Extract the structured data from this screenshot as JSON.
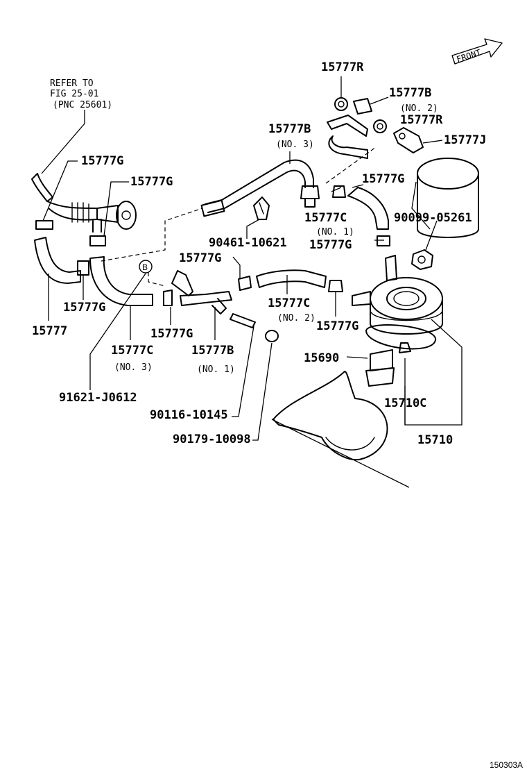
{
  "front_label": "FRONT",
  "reference_note": {
    "line1": "REFER TO",
    "line2": "FIG 25-01",
    "line3": "(PNC 25601)"
  },
  "labels": {
    "p15777R_top": "15777R",
    "p15777B_no2": "15777B",
    "p15777B_no2_sub": "(NO. 2)",
    "p15777R_right": "15777R",
    "p15777J": "15777J",
    "p15777B_no3": "15777B",
    "p15777B_no3_sub": "(NO. 3)",
    "p15777G_topleft": "15777G",
    "p15777G_midleft": "15777G",
    "p15777G_upperright": "15777G",
    "p15777C_no1": "15777C",
    "p15777C_no1_sub": "(NO. 1)",
    "p90099": "90099-05261",
    "p15777G_right": "15777G",
    "p90461": "90461-10621",
    "p15777G_center": "15777G",
    "p15777G_left": "15777G",
    "p15777": "15777",
    "circle_b": "B",
    "p15777C_no2": "15777C",
    "p15777C_no2_sub": "(NO. 2)",
    "p15777G_lowright": "15777G",
    "p15777G_lowcenter": "15777G",
    "p15777C_no3": "15777C",
    "p15777C_no3_sub": "(NO. 3)",
    "p15777B_no1": "15777B",
    "p15777B_no1_sub": "(NO. 1)",
    "p15690": "15690",
    "p15710C": "15710C",
    "p15710": "15710",
    "p91621": "91621-J0612",
    "p90116": "90116-10145",
    "p90179": "90179-10098"
  },
  "figure_id": "150303A"
}
